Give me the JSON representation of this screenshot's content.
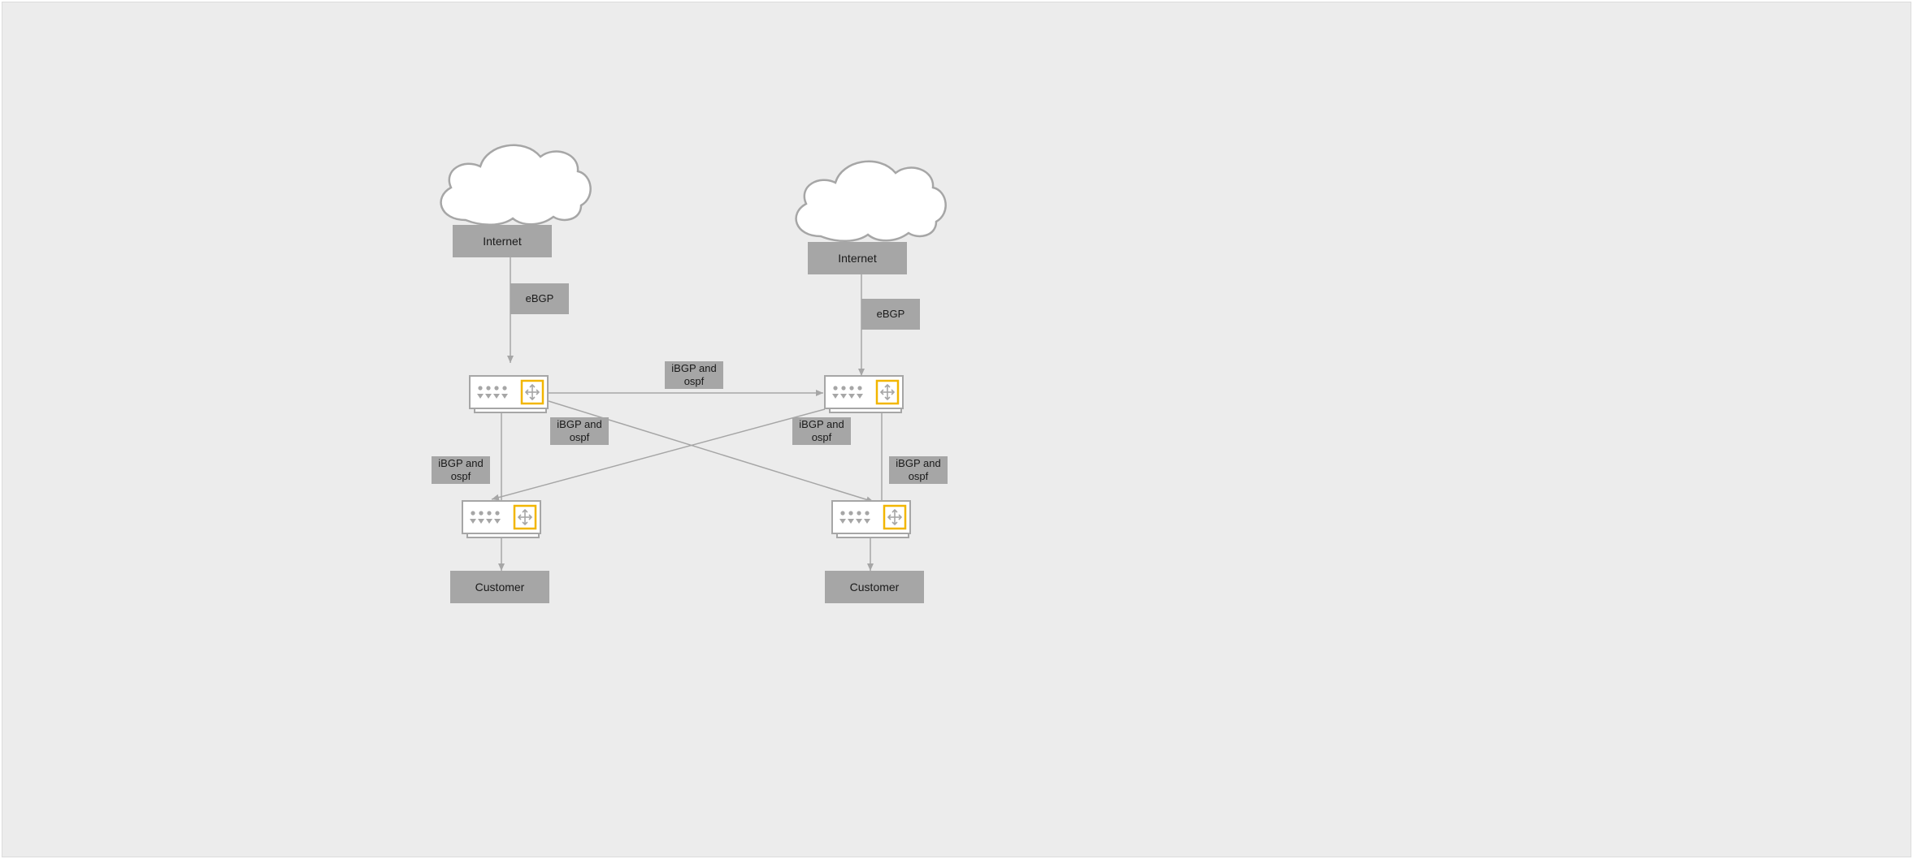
{
  "diagram": {
    "clouds": [
      {
        "name": "Internet",
        "label": "Internet"
      },
      {
        "name": "Internet",
        "label": "Internet"
      }
    ],
    "customers": [
      {
        "label": "Customer"
      },
      {
        "label": "Customer"
      }
    ],
    "routers": [
      {
        "role": "edge-left"
      },
      {
        "role": "edge-right"
      },
      {
        "role": "access-left"
      },
      {
        "role": "access-right"
      }
    ],
    "links": {
      "ebgp_left": "eBGP",
      "ebgp_right": "eBGP",
      "top_cross": "iBGP and\nospf",
      "left_vertical": "iBGP and\nospf",
      "diag_left": "iBGP and\nospf",
      "diag_right": "iBGP and\nospf",
      "right_vertical": "iBGP and\nospf"
    },
    "colors": {
      "background": "#ececec",
      "label_fill": "#a6a6a6",
      "line": "#a6a6a6",
      "router_accent": "#f2b600"
    }
  }
}
